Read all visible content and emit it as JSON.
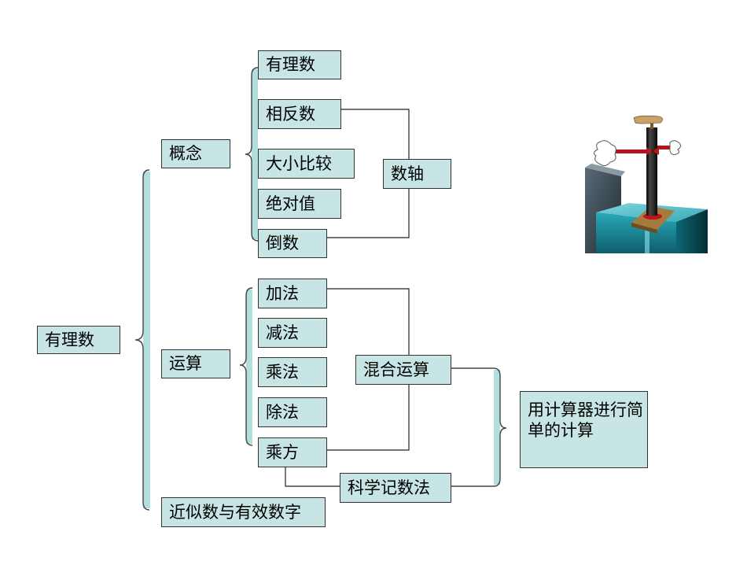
{
  "colors": {
    "node_fill": "#c7e5e5",
    "node_border": "#333333",
    "bracket": "#444444",
    "bracket_shade": "#b2dede",
    "line": "#222222"
  },
  "root": {
    "label": "有理数"
  },
  "branches": {
    "concept": {
      "label": "概念"
    },
    "operation": {
      "label": "运算"
    },
    "approx": {
      "label": "近似数与有效数字"
    }
  },
  "concept_items": [
    "有理数",
    "相反数",
    "大小比较",
    "绝对值",
    "倒数"
  ],
  "operation_items": [
    "加法",
    "减法",
    "乘法",
    "除法",
    "乘方"
  ],
  "links": {
    "number_line": "数轴",
    "mixed_operation": "混合运算",
    "scientific_notation": "科学记数法",
    "calculator": "用计算器进行简单的计算"
  },
  "illustration": {
    "icon": "cartoon-pump-on-box-illustration"
  }
}
